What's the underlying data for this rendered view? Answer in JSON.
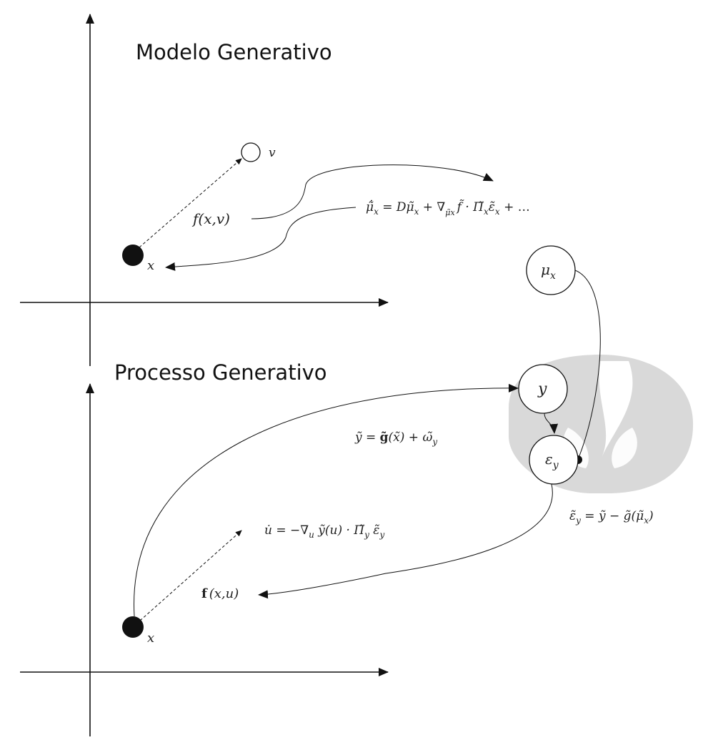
{
  "titles": {
    "model": "Modelo Generativo",
    "process": "Processo Generativo"
  },
  "labels": {
    "v": "v",
    "x_top": "x",
    "f_xv_f": "f",
    "f_xv_args": "(x,v)",
    "mu_node_base": "μ",
    "mu_node_sub": "x",
    "y_node": "y",
    "eps_node_base": "ε",
    "eps_node_sub": "y",
    "x_bottom": "x",
    "f_xu_f": "f",
    "f_xu_args": "(x,u)"
  },
  "equations": {
    "mu_dot": {
      "lhs_base": "μ̃̇",
      "lhs_sub": "x",
      "rhs_1": " = D",
      "rhs_2": "μ̃",
      "rhs_2_sub": "x",
      "rhs_3": " + ∇",
      "rhs_3_sub": "μ̃x",
      "rhs_4": "f̃ · Π̃",
      "rhs_4_sub": "x",
      "rhs_5": "ε̃",
      "rhs_5_sub": "x",
      "rhs_6": " + …"
    },
    "y_tilde": {
      "p1": "ỹ = ",
      "p2": "g̃",
      "p3": "(x̃) + ω̃",
      "p3_sub": "y"
    },
    "u_dot": {
      "p1": "u̇ = −∇",
      "p1_sub": "u",
      "p2": " ỹ(u) · Π̃",
      "p2_sub": "y",
      "p3": " ε̃",
      "p3_sub": "y"
    },
    "eps_y": {
      "p1": "ε̃",
      "p1_sub": "y",
      "p2": " = ỹ − g̃(μ̃",
      "p2_sub": "x",
      "p3": ")"
    }
  },
  "colors": {
    "ink": "#111111",
    "spinal_gray": "#d9d9d9"
  }
}
